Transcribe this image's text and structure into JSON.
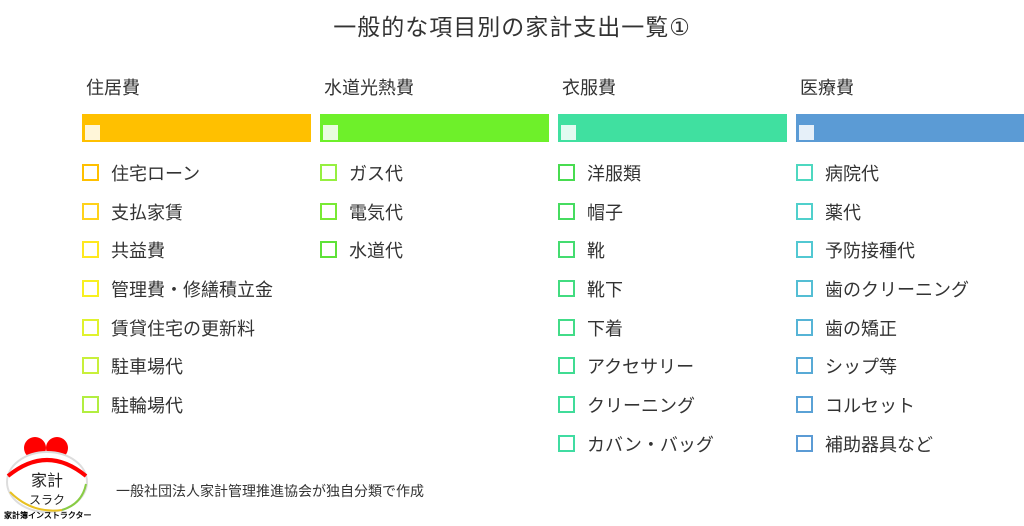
{
  "title": "一般的な項目別の家計支出一覧①",
  "columns": [
    {
      "label": "住居費",
      "color": "#FFC000",
      "items": [
        {
          "label": "住宅ローン",
          "color": "#FFC000"
        },
        {
          "label": "支払家賃",
          "color": "#FFD21A"
        },
        {
          "label": "共益費",
          "color": "#FFE81E"
        },
        {
          "label": "管理費・修繕積立金",
          "color": "#F8F020"
        },
        {
          "label": "賃貸住宅の更新料",
          "color": "#E0F22E"
        },
        {
          "label": "駐車場代",
          "color": "#C8F03A"
        },
        {
          "label": "駐輪場代",
          "color": "#B2EE40"
        }
      ]
    },
    {
      "label": "水道光熱費",
      "color": "#6EF02A",
      "items": [
        {
          "label": "ガス代",
          "color": "#96F040"
        },
        {
          "label": "電気代",
          "color": "#78EA34"
        },
        {
          "label": "水道代",
          "color": "#5EE238"
        }
      ]
    },
    {
      "label": "衣服費",
      "color": "#40E0A0",
      "items": [
        {
          "label": "洋服類",
          "color": "#48DC50"
        },
        {
          "label": "帽子",
          "color": "#46DC60"
        },
        {
          "label": "靴",
          "color": "#44DC70"
        },
        {
          "label": "靴下",
          "color": "#42DC80"
        },
        {
          "label": "下着",
          "color": "#42DC88"
        },
        {
          "label": "アクセサリー",
          "color": "#40DC92"
        },
        {
          "label": "クリーニング",
          "color": "#40DC9A"
        },
        {
          "label": "カバン・バッグ",
          "color": "#40DCA2"
        }
      ]
    },
    {
      "label": "医療費",
      "color": "#5B9BD5",
      "items": [
        {
          "label": "病院代",
          "color": "#4ED8C0"
        },
        {
          "label": "薬代",
          "color": "#50D0CC"
        },
        {
          "label": "予防接種代",
          "color": "#52C8D2"
        },
        {
          "label": "歯のクリーニング",
          "color": "#54BED4"
        },
        {
          "label": "歯の矯正",
          "color": "#56B4D6"
        },
        {
          "label": "シップ等",
          "color": "#58AAD6"
        },
        {
          "label": "コルセット",
          "color": "#5AA2D6"
        },
        {
          "label": "補助器具など",
          "color": "#5B9BD5"
        }
      ]
    }
  ],
  "footer": "一般社団法人家計管理推進協会が独自分類で作成",
  "logo": {
    "text": "家計簿インストラクター"
  }
}
